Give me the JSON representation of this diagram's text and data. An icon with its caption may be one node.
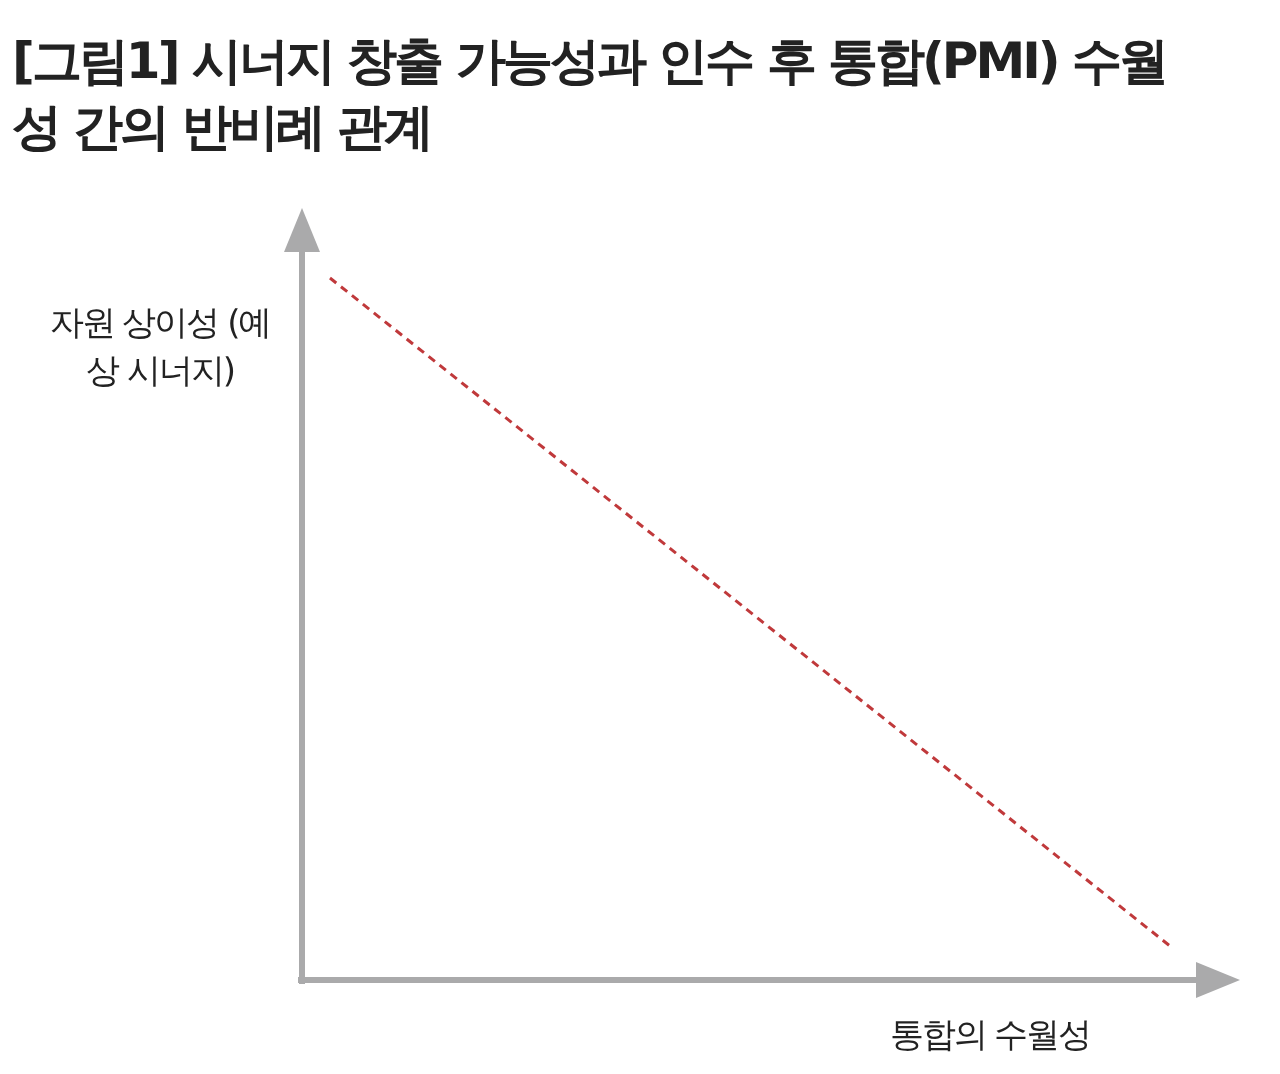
{
  "diagram": {
    "title": "[그림1] **시너지 창출 가능성과 인수 후 통합(PMI) 수월성 간의 반비례 관계**",
    "labels": [
      "자원 상이성 (예상 시너지)",
      "통합의 수월성"
    ]
  }
}
